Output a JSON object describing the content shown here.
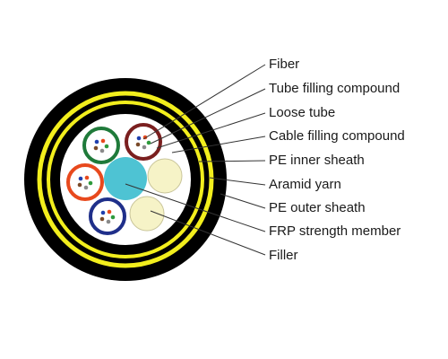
{
  "labels": [
    "Fiber",
    "Tube filling compound",
    "Loose tube",
    "Cable filling compound",
    "PE inner sheath",
    "Aramid yarn",
    "PE outer sheath",
    "FRP strength member",
    "Filler"
  ],
  "colors": {
    "outer_sheath": "#000000",
    "aramid_yarn": "#f2ee1d",
    "inner_sheath": "#000000",
    "cable_filling": "#ffffff",
    "frp_member": "#4ec3d3",
    "filler": "#f6f3c7",
    "tube_green": "#1f7a3a",
    "tube_maroon": "#7a1f1f",
    "tube_orange": "#e8491d",
    "tube_blue": "#1f2f8a",
    "leader_line": "#333333"
  }
}
